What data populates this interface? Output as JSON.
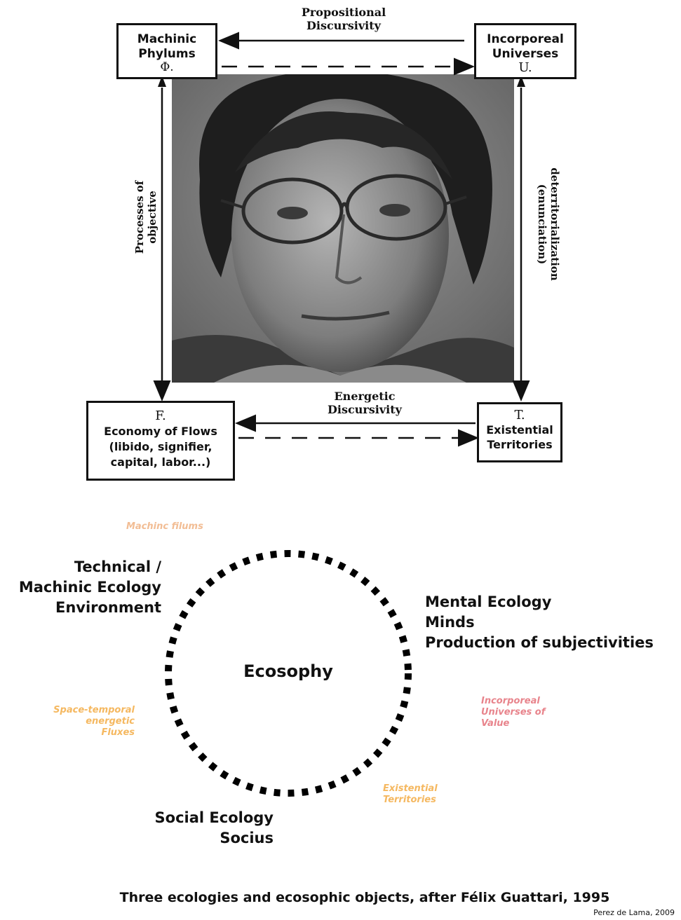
{
  "guattari_diagram": {
    "top_label": [
      "Propositional",
      "Discursivity"
    ],
    "bottom_label": [
      "Energetic",
      "Discursivity"
    ],
    "left_label": [
      "Processes of",
      "objective"
    ],
    "right_label": [
      "deterritorialization",
      "(enunciation)"
    ],
    "box_tl": {
      "lines": [
        "Machinic",
        "Phylums"
      ],
      "symbol": "Φ."
    },
    "box_tr": {
      "lines": [
        "Incorporeal",
        "Universes"
      ],
      "symbol": "U."
    },
    "box_bl": {
      "symbol": "F.",
      "lines": [
        "Economy of Flows",
        "(libido, signifier,",
        "capital, labor...)"
      ]
    },
    "box_br": {
      "symbol": "T.",
      "lines": [
        "Existential",
        "Territories"
      ]
    }
  },
  "ecosophy": {
    "center": "Ecosophy",
    "technical": [
      "Technical  /",
      "Machinic Ecology",
      "Environment"
    ],
    "mental": [
      "Mental Ecology",
      "Minds",
      "Production of subjectivities"
    ],
    "social": [
      "Social Ecology",
      "Socius"
    ],
    "machinc": "Machinc filums",
    "space_temporal": [
      "Space-temporal",
      "energetic",
      "Fluxes"
    ],
    "incorporeal": [
      "Incorporeal",
      "Universes of",
      "Value"
    ],
    "existential": [
      "Existential",
      "Territories"
    ],
    "colors": {
      "peach": "#f2bd94",
      "orange": "#f5b860",
      "pink": "#e8848c"
    }
  },
  "caption": "Three ecologies and ecosophic objects, after Félix Guattari, 1995",
  "credit": "Perez de Lama, 2009"
}
